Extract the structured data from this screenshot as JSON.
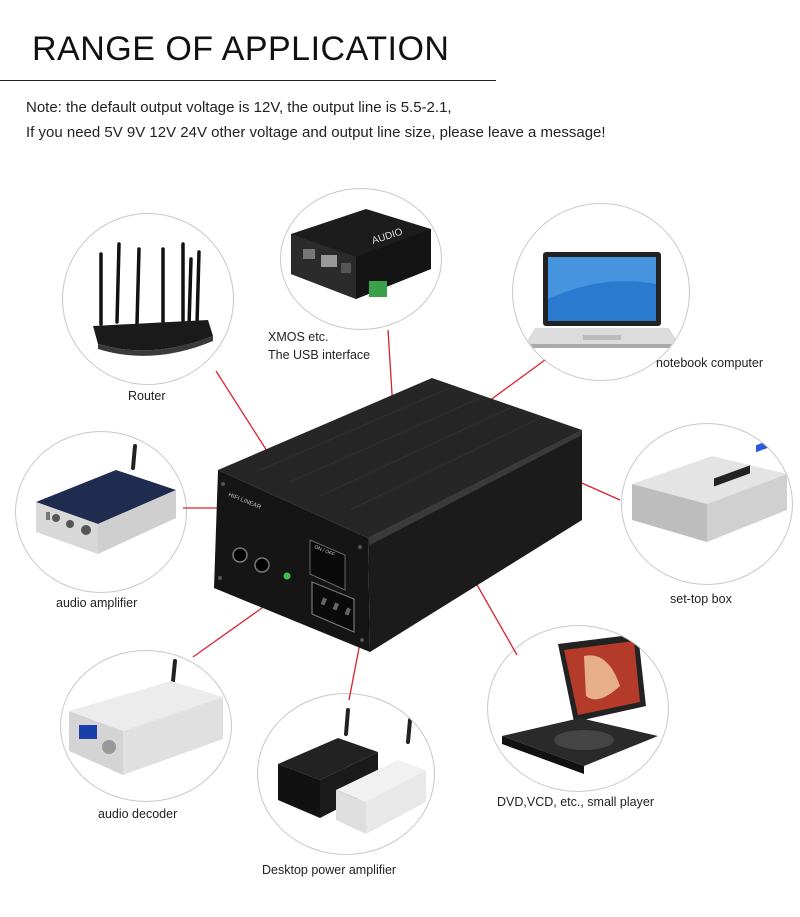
{
  "heading": "RANGE OF APPLICATION",
  "note": {
    "line1": "Note: the default output voltage is 12V, the output line is 5.5-2.1,",
    "line2": "If you need 5V 9V 12V 24V other voltage and output line size, please leave a message!"
  },
  "labels": {
    "router": "Router",
    "xmos_line1": "XMOS etc.",
    "xmos_line2": "The USB interface",
    "notebook": "notebook computer",
    "audio_amplifier": "audio amplifier",
    "set_top_box": "set-top box",
    "audio_decoder": "audio decoder",
    "player": "DVD,VCD, etc., small player",
    "desktop_amp": "Desktop power amplifier"
  },
  "device": {
    "switch_label": "ON / OFF",
    "brand_text": "HIFI LINEAR"
  },
  "colors": {
    "accent_line": "#d9232d",
    "circle_border": "#c8c8c8",
    "device_body": "#1b1b1b"
  }
}
